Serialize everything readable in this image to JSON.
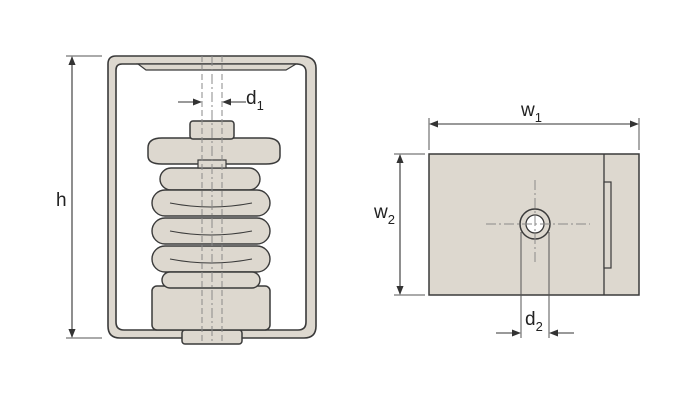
{
  "labels": {
    "h": "h",
    "d1": {
      "main": "d",
      "sub": "1"
    },
    "w1": {
      "main": "w",
      "sub": "1"
    },
    "w2": {
      "main": "w",
      "sub": "2"
    },
    "d2": {
      "main": "d",
      "sub": "2"
    }
  },
  "colors": {
    "fill": "#ddd8cf",
    "stroke": "#3a3a3a",
    "background": "#ffffff"
  }
}
